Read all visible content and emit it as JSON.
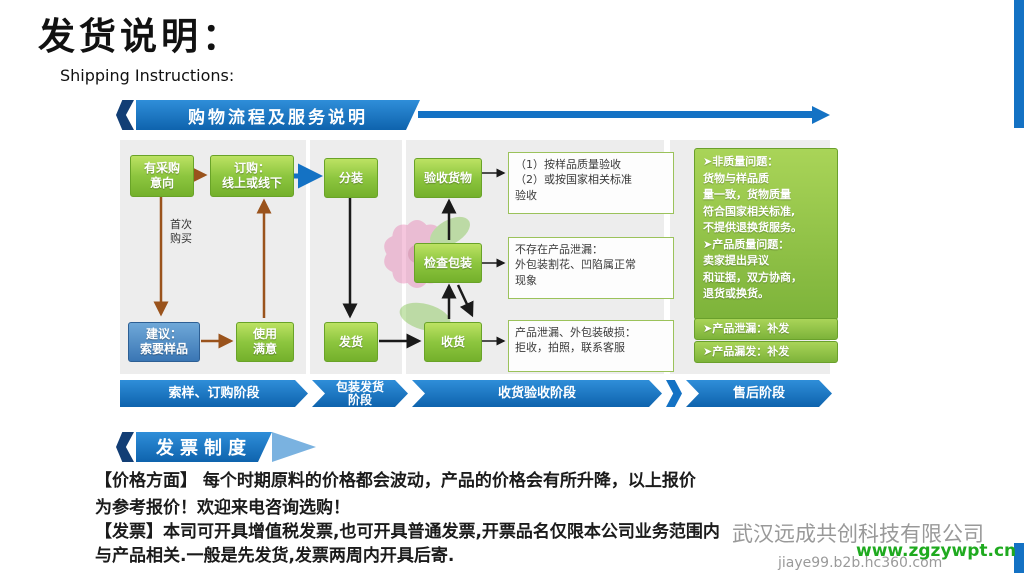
{
  "page": {
    "title": "发货说明：",
    "subtitle": "Shipping Instructions:"
  },
  "diagram": {
    "banner": "购物流程及服务说明",
    "boxes": {
      "intent": "有采购\n意向",
      "order": "订购：\n线上或线下",
      "first_buy": "首次\n购买",
      "suggest": "建议：\n索要样品",
      "satisfied": "使用\n满意",
      "pack": "分装",
      "ship": "发货",
      "inspect": "验收货物",
      "check": "检查包装",
      "receive": "收货"
    },
    "notes": {
      "inspect": "（1）按样品质量验收\n（2）或按国家相关标准\n验收",
      "check": "不存在产品泄漏：\n外包装割花、凹陷属正常\n现象",
      "receive": "产品泄漏、外包装破损：\n拒收，拍照，联系客服"
    },
    "aftersale": {
      "main": "➤非质量问题：\n货物与样品质\n量一致，货物质量\n符合国家相关标准,\n不提供退换货服务。\n➤产品质量问题：\n卖家提出异议\n和证据，双方协商，\n退货或换货。",
      "reissue1": "➤产品泄漏：补发",
      "reissue2": "➤产品漏发：补发"
    },
    "stages": [
      "索样、订购阶段",
      "包装发货\n阶段",
      "收货验收阶段",
      "售后阶段"
    ]
  },
  "invoice": {
    "banner": "发票制度",
    "lines": [
      "【价格方面】 每个时期原料的价格都会波动，产品的价格会有所升降，以上报价",
      "为参考报价！欢迎来电咨询选购！",
      "【发票】本司可开具增值税发票,也可开具普通发票,开票品名仅限本公司业务范围内",
      "与产品相关.一般是先发货,发票两周内开具后寄."
    ]
  },
  "watermark": {
    "company": "武汉远成共创科技有限公司",
    "site": "www.zgzywpt.cn",
    "shop": "jiaye99.b2b.hc360.com"
  }
}
